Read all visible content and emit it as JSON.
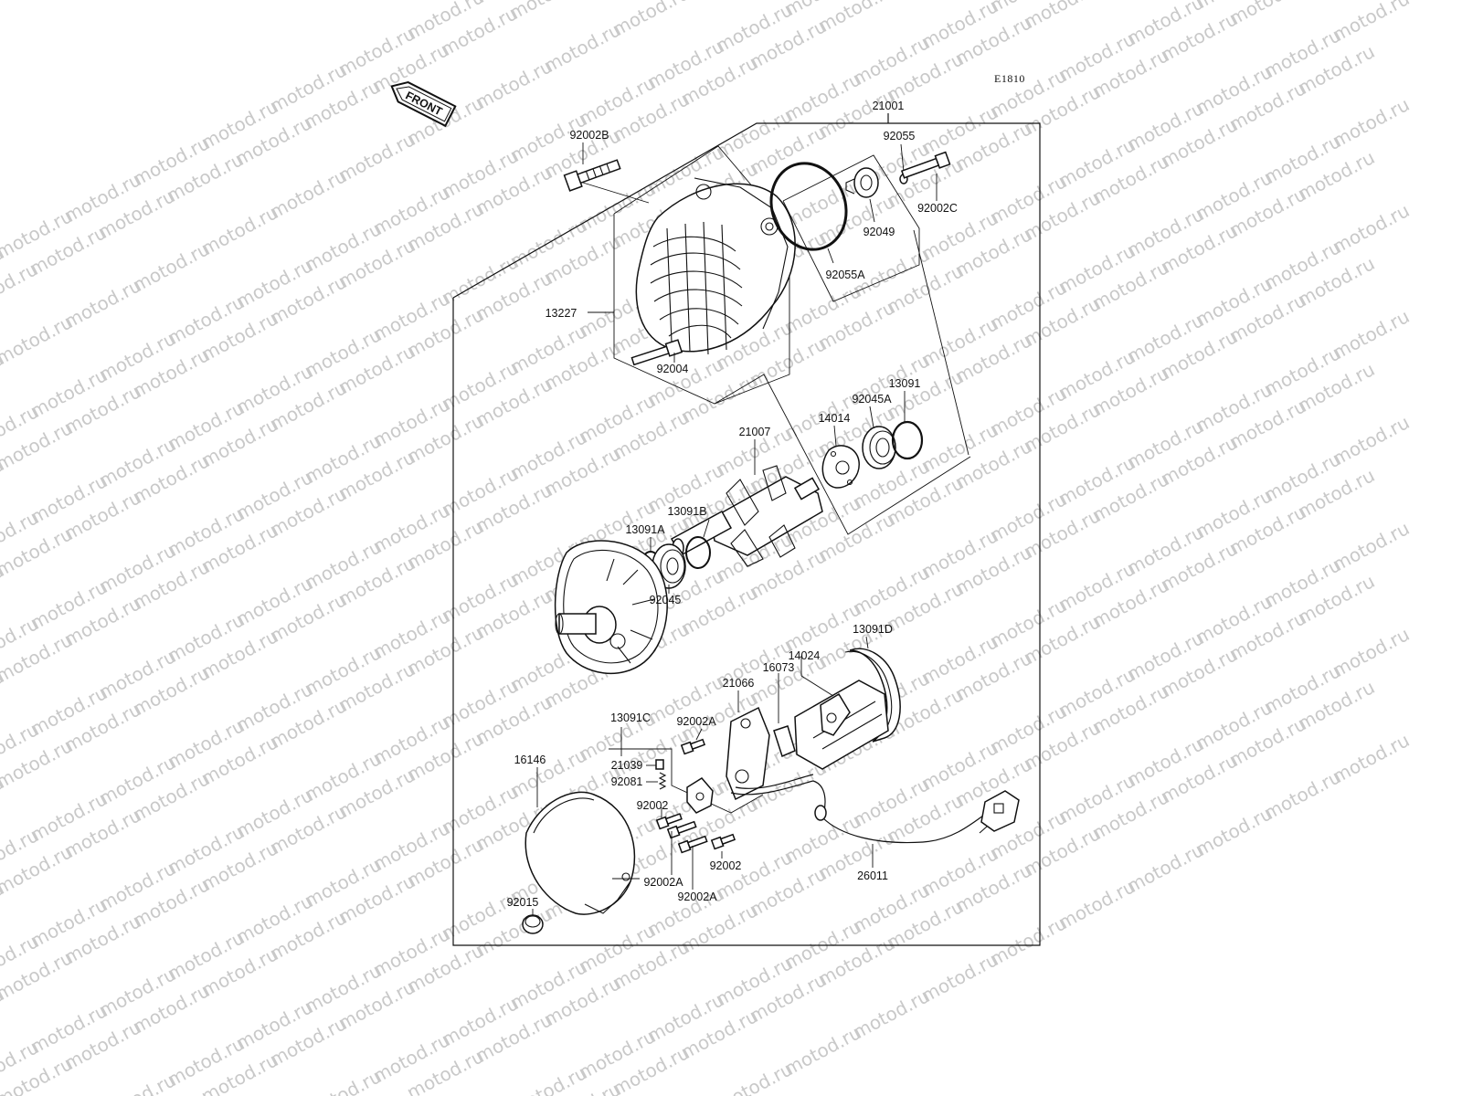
{
  "diagram_code": "E1810",
  "front_label": "FRONT",
  "watermark": "motod.ru",
  "colors": {
    "line": "#111111",
    "background": "#ffffff",
    "watermark": "#c9c9c9"
  },
  "callouts": {
    "c21001": "21001",
    "c92002B": "92002B",
    "c92055": "92055",
    "c92002C": "92002C",
    "c92049": "92049",
    "c92055A": "92055A",
    "c13227": "13227",
    "c92004": "92004",
    "c13091": "13091",
    "c92045A": "92045A",
    "c14014": "14014",
    "c21007": "21007",
    "c13091B": "13091B",
    "c13091A": "13091A",
    "c92045": "92045",
    "c13091D": "13091D",
    "c14024": "14024",
    "c16073": "16073",
    "c21066": "21066",
    "c13091C": "13091C",
    "c92002A_1": "92002A",
    "c21039": "21039",
    "c92081": "92081",
    "c16146": "16146",
    "c92002_1": "92002",
    "c92002A_2": "92002A",
    "c92002A_3": "92002A",
    "c92002_2": "92002",
    "c26011": "26011",
    "c92015": "92015"
  }
}
